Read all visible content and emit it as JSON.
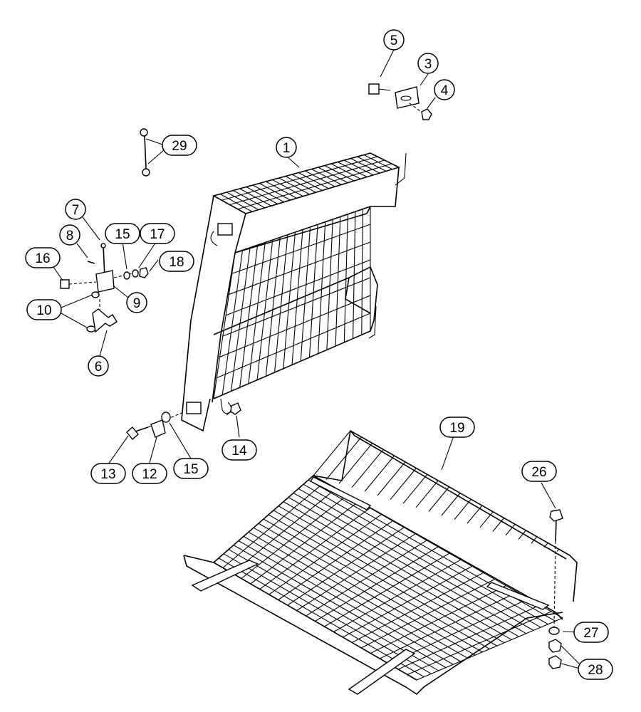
{
  "diagram": {
    "callouts": [
      {
        "id": "c1",
        "label": "1"
      },
      {
        "id": "c3",
        "label": "3"
      },
      {
        "id": "c4",
        "label": "4"
      },
      {
        "id": "c5",
        "label": "5"
      },
      {
        "id": "c6",
        "label": "6"
      },
      {
        "id": "c7",
        "label": "7"
      },
      {
        "id": "c8",
        "label": "8"
      },
      {
        "id": "c9",
        "label": "9"
      },
      {
        "id": "c10",
        "label": "10"
      },
      {
        "id": "c12",
        "label": "12"
      },
      {
        "id": "c13",
        "label": "13"
      },
      {
        "id": "c14",
        "label": "14"
      },
      {
        "id": "c15a",
        "label": "15"
      },
      {
        "id": "c15b",
        "label": "15"
      },
      {
        "id": "c16",
        "label": "16"
      },
      {
        "id": "c17",
        "label": "17"
      },
      {
        "id": "c18",
        "label": "18"
      },
      {
        "id": "c19",
        "label": "19"
      },
      {
        "id": "c26",
        "label": "26"
      },
      {
        "id": "c27",
        "label": "27"
      },
      {
        "id": "c28",
        "label": "28"
      },
      {
        "id": "c29",
        "label": "29"
      }
    ]
  }
}
